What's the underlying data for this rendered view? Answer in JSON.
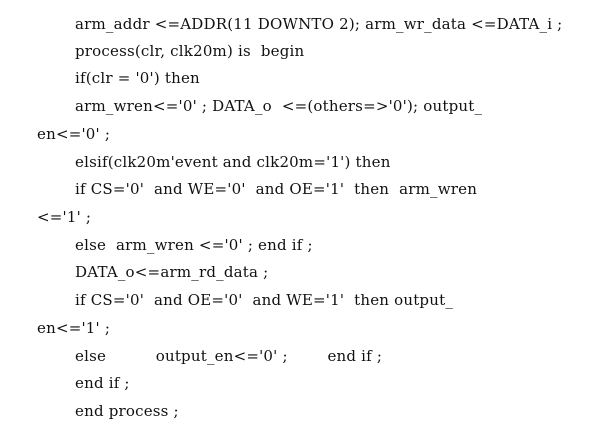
{
  "lines": [
    "arm_addr <=ADDR(11 DOWNTO 2); arm_wr_data <=DATA_i ;",
    "process(clr, clk20m) is  begin",
    "if(clr = '0') then",
    "arm_wren<='0' ; DATA_o  <=(others=>'0'); output_",
    "en<='0' ;",
    "elsif(clk20m'event and clk20m='1') then",
    "if CS='0'  and WE='0'  and OE='1'  then  arm_wren",
    "<='1' ;",
    "else  arm_wren <='0' ; end if ;",
    "DATA_o<=arm_rd_data ;",
    "if CS='0'  and OE='0'  and WE='1'  then output_",
    "en<='1' ;",
    "else          output_en<='0' ;        end if ;",
    "end if ;",
    "end process ;"
  ]
}
